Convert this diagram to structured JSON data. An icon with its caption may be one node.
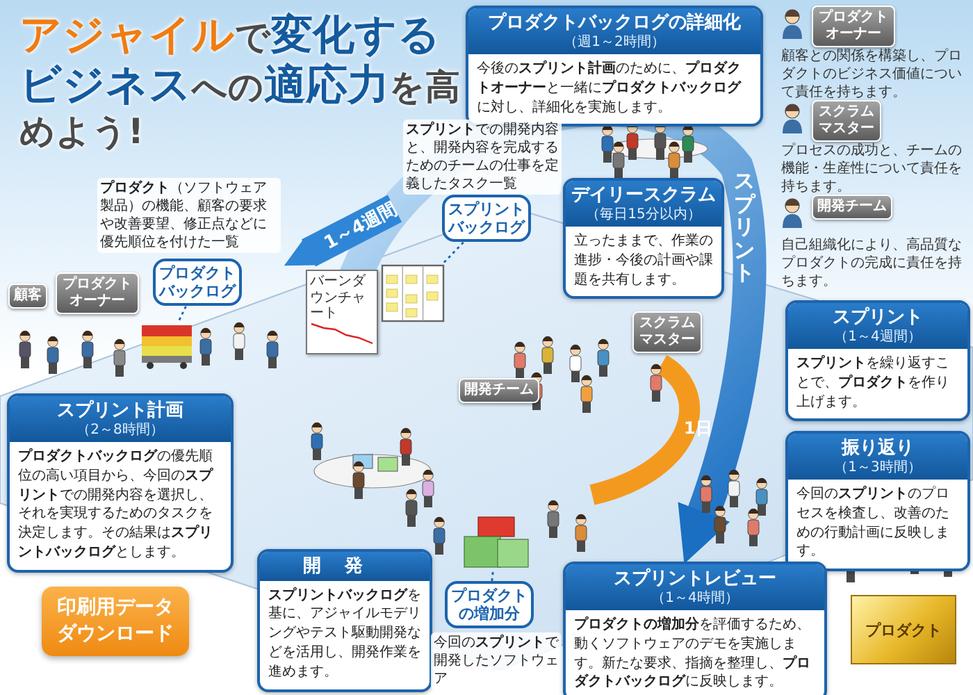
{
  "diagram": {
    "title": "**アジャイル**で**変化するビジネス**への**適応力**を高めよう!",
    "nodes": [
      {
        "text": [
          "プロダクトバックログの詳細化",
          "（週1～2時間）",
          "今後の**スプリント計画**のために、**プロダクトオーナー**と一緒に**プロダクトバックログ**に対し、詳細化を実施します。"
        ]
      },
      {
        "text": [
          "プロダクトオーナー"
        ],
        "beside": [
          "顧客との関係を構築し、プロダクトのビジネス価値について責任を持ちます。"
        ]
      },
      {
        "text": [
          "スクラムマスター"
        ],
        "beside": [
          "プロセスの成功と、チームの機能・生産性について責任を持ちます。"
        ]
      },
      {
        "text": [
          "開発チーム"
        ],
        "beside": [
          "自己組織化により、高品質なプロダクトの完成に責任を持ちます。"
        ]
      },
      {
        "text": [
          "プロダクトバックログ"
        ],
        "beside": [
          "**プロダクト**（ソフトウェア製品）の機能、顧客の要求や改善要望、修正点などに優先順位を付けた一覧"
        ]
      },
      {
        "text": [
          "スプリントバックログ"
        ],
        "beside": [
          "**スプリント**での開発内容と、開発内容を完成するためのチームの仕事を定義したタスク一覧"
        ]
      },
      {
        "text": [
          "デイリースクラム",
          "（毎日15分以内）",
          "立ったままで、作業の進捗・今後の計画や課題を共有します。"
        ]
      },
      {
        "text": [
          "スプリント",
          "（1～4週間）",
          "**スプリント**を繰り返すことで、**プロダクト**を作り上げます。"
        ]
      },
      {
        "text": [
          "顧客"
        ]
      },
      {
        "text": [
          "プロダクトオーナー"
        ]
      },
      {
        "text": [
          "スクラムマスター"
        ]
      },
      {
        "text": [
          "振り返り",
          "（1～3時間）",
          "今回の**スプリント**のプロセスを検査し、改善のための行動計画に反映します。"
        ]
      },
      {
        "text": [
          "開発チーム"
        ]
      },
      {
        "text": [
          "スプリント計画",
          "（2～8時間）",
          "**プロダクトバックログ**の優先順位の高い項目から、今回の**スプリント**での開発内容を選択し、それを実現するためのタスクを決定します。その結果は**スプリントバックログ**とします。"
        ]
      },
      {
        "text": [
          "開発",
          "**スプリントバックログ**を基に、アジャイルモデリングやテスト駆動開発などを活用し、開発作業を進めます。"
        ]
      },
      {
        "text": [
          "印刷用データダウンロード"
        ]
      },
      {
        "text": [
          "プロダクトの増加分"
        ],
        "beside": [
          "今回の**スプリント**で開発したソフトウェア"
        ]
      },
      {
        "text": [
          "スプリントレビュー",
          "（1～4時間）",
          "**プロダクトの増加分**を評価するため、動くソフトウェアのデモを実施します。新たな要求、指摘を整理し、**プロダクトバックログ**に反映します。"
        ]
      },
      {
        "text": [
          "プロダクト"
        ]
      },
      {
        "text": [],
        "shape": "picture"
      },
      {
        "text": [],
        "shape": "picture"
      },
      {
        "text": [],
        "shape": "picture"
      }
    ],
    "edges": [
      {
        "from": 4,
        "to": 19,
        "arrow": "none",
        "style": "dashed"
      },
      {
        "from": 5,
        "to": 20,
        "arrow": "none",
        "style": "dashed"
      },
      {
        "from": 16,
        "to": 21,
        "arrow": "none",
        "style": "dashed"
      }
    ],
    "labels": [
      "1～4週間",
      "スプリント",
      "バーンダウンチャート",
      "1日"
    ]
  }
}
